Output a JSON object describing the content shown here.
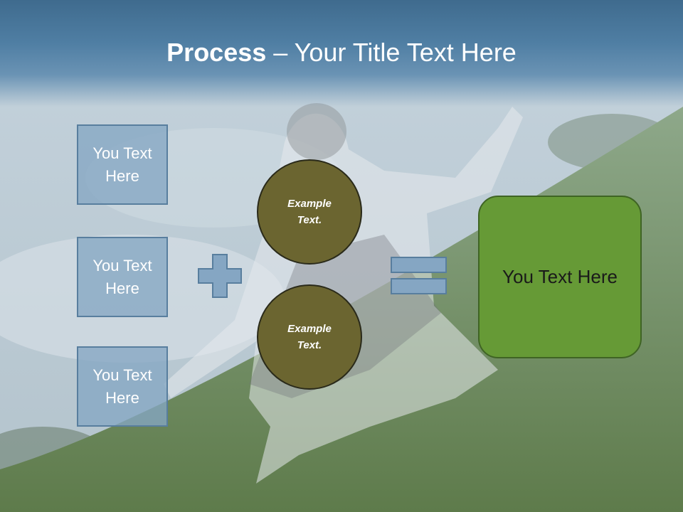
{
  "slide": {
    "title_bold": "Process",
    "title_separator": " – ",
    "title_rest": "Your Title Text Here"
  },
  "left_boxes": [
    {
      "label": "You Text Here"
    },
    {
      "label": "You Text Here"
    },
    {
      "label": "You Text Here"
    }
  ],
  "circles": [
    {
      "label": "Example Text."
    },
    {
      "label": "Example Text."
    }
  ],
  "operators": {
    "plus_icon": "plus-icon",
    "equals_icon": "equals-icon"
  },
  "result_box": {
    "label": "You Text Here"
  },
  "colors": {
    "header": "#4f7ea3",
    "left_box_fill": "#85a6c3",
    "circle_fill": "#6b6530",
    "result_fill": "#669a36",
    "operator_fill": "#85a6c3"
  }
}
